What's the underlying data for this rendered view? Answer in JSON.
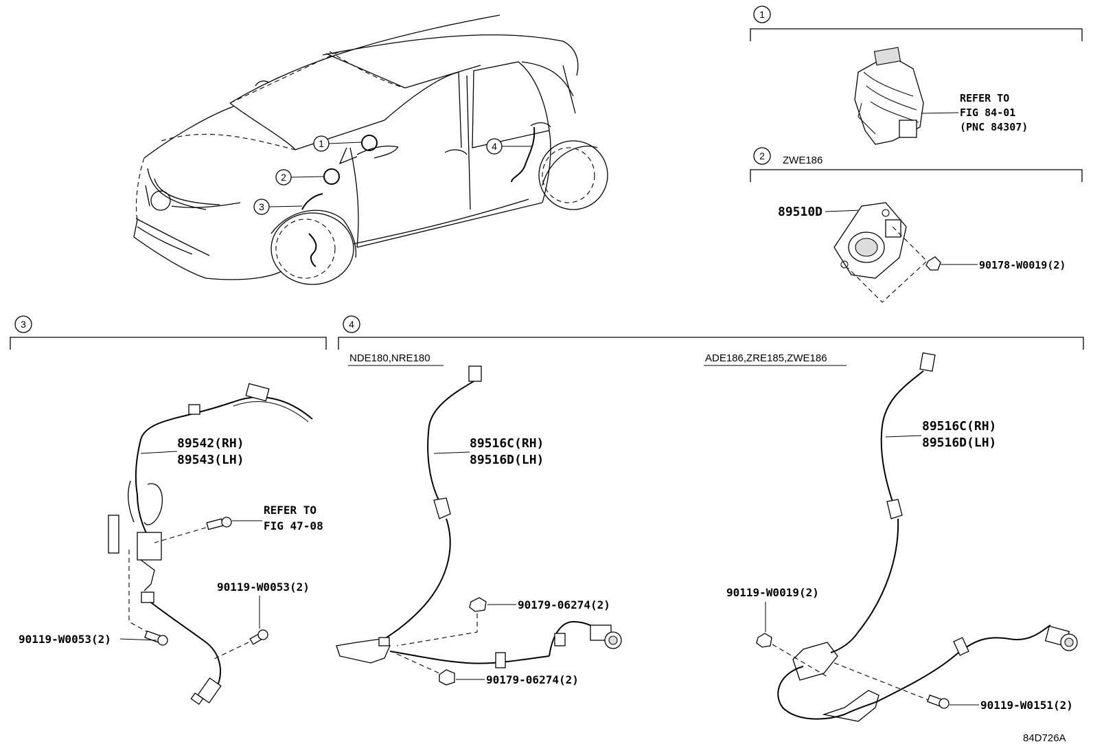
{
  "callouts": [
    "1",
    "2",
    "3",
    "4"
  ],
  "section1": {
    "refer": [
      "REFER TO",
      "FIG 84-01",
      "(PNC 84307)"
    ]
  },
  "section2": {
    "model": "ZWE186",
    "part": "89510D",
    "bolt": "90178-W0019(2)"
  },
  "section3": {
    "part_rh": "89542(RH)",
    "part_lh": "89543(LH)",
    "refer": [
      "REFER TO",
      "FIG 47-08"
    ],
    "bolt_upper": "90119-W0053(2)",
    "bolt_lower": "90119-W0053(2)"
  },
  "section4a": {
    "models": "NDE180,NRE180",
    "part_rh": "89516C(RH)",
    "part_lh": "89516D(LH)",
    "clip_upper": "90179-06274(2)",
    "clip_lower": "90179-06274(2)"
  },
  "section4b": {
    "models": "ADE186,ZRE185,ZWE186",
    "part_rh": "89516C(RH)",
    "part_lh": "89516D(LH)",
    "bolt_left": "90119-W0019(2)",
    "bolt_right": "90119-W0151(2)"
  },
  "figure_code": "84D726A"
}
